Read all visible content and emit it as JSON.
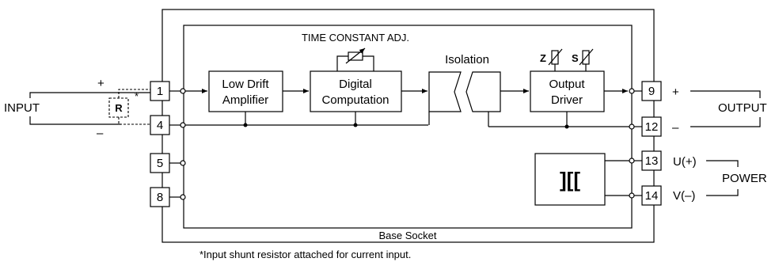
{
  "labels": {
    "input": "INPUT",
    "output": "OUTPUT",
    "power": "POWER",
    "time_constant": "TIME CONSTANT ADJ.",
    "isolation": "Isolation",
    "base_socket": "Base Socket",
    "footnote": "*Input shunt resistor attached for current input.",
    "resistor": "R",
    "asterisk": "*",
    "z": "Z",
    "s": "S",
    "plus_in": "+",
    "minus_in": "–",
    "plus_out": "+",
    "minus_out": "–",
    "u_plus": "U(+)",
    "v_minus": "V(–)"
  },
  "blocks": {
    "amp_line1": "Low Drift",
    "amp_line2": "Amplifier",
    "dig_line1": "Digital",
    "dig_line2": "Computation",
    "out_line1": "Output",
    "out_line2": "Driver",
    "transformer": "][["
  },
  "terminals": {
    "t1": "1",
    "t4": "4",
    "t5": "5",
    "t8": "8",
    "t9": "9",
    "t12": "12",
    "t13": "13",
    "t14": "14"
  }
}
